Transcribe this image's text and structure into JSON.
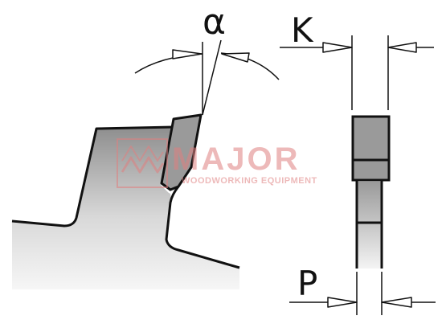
{
  "labels": {
    "alpha": "α",
    "k": "K",
    "p": "P"
  },
  "watermark": {
    "brand": "MAJOR",
    "tagline": "WOODWORKING EQUIPMENT"
  },
  "colors": {
    "line": "#111111",
    "tooth_fill": "#9a9a9a",
    "body_fill": "#e6e6e6",
    "watermark": "#e8a6a6"
  }
}
